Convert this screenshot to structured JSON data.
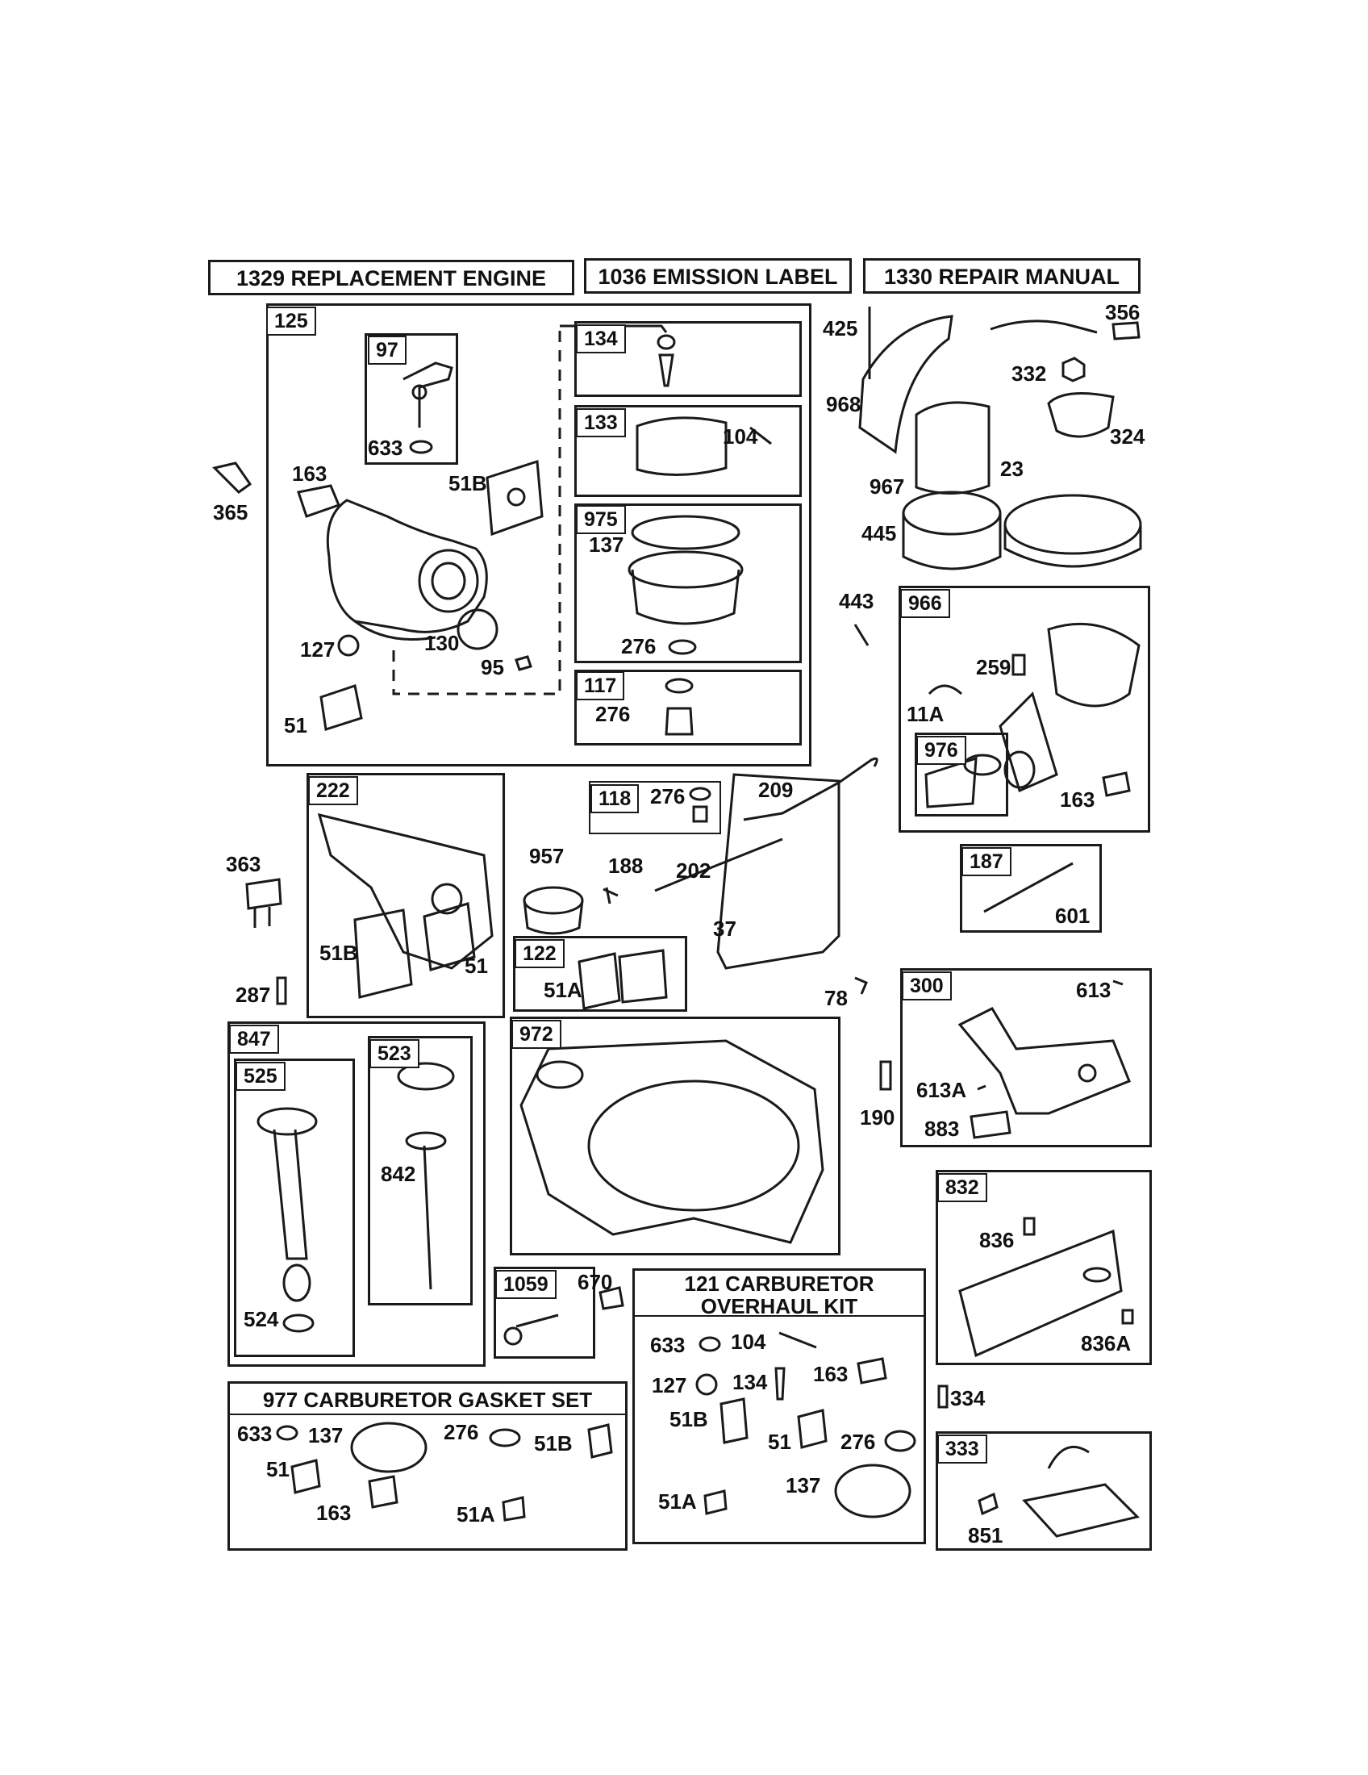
{
  "headers": {
    "replacement_engine": "1329 REPLACEMENT ENGINE",
    "emission_label": "1036 EMISSION LABEL",
    "repair_manual": "1330 REPAIR MANUAL"
  },
  "groups": {
    "g125": "125",
    "g97": "97",
    "g134": "134",
    "g133": "133",
    "g975": "975",
    "g117": "117",
    "g966": "966",
    "g976": "976",
    "g222": "222",
    "g118": "118",
    "g187": "187",
    "g122": "122",
    "g300": "300",
    "g847": "847",
    "g525": "525",
    "g523": "523",
    "g972": "972",
    "g832": "832",
    "g1059": "1059",
    "g333": "333"
  },
  "kit_titles": {
    "overhaul_line1": "121 CARBURETOR",
    "overhaul_line2": "OVERHAUL KIT",
    "gasket_set": "977 CARBURETOR  GASKET SET"
  },
  "parts": {
    "p633a": "633",
    "p163a": "163",
    "p51ba": "51B",
    "p104a": "104",
    "p137a": "137",
    "p276a": "276",
    "p127a": "127",
    "p130": "130",
    "p95": "95",
    "p51a": "51",
    "p276b": "276",
    "p365": "365",
    "p425": "425",
    "p356": "356",
    "p332": "332",
    "p968": "968",
    "p324": "324",
    "p967": "967",
    "p23": "23",
    "p445": "445",
    "p443": "443",
    "p259": "259",
    "p11a": "11A",
    "p163b": "163",
    "p276c": "276",
    "p209": "209",
    "p363": "363",
    "p957": "957",
    "p188": "188",
    "p202": "202",
    "p37": "37",
    "p51bb": "51B",
    "p51b": "51",
    "p51aa": "51A",
    "p78": "78",
    "p601": "601",
    "p287": "287",
    "p613": "613",
    "p613a": "613A",
    "p190": "190",
    "p883": "883",
    "p842": "842",
    "p524": "524",
    "p836": "836",
    "p836a": "836A",
    "p670": "670",
    "p633b": "633",
    "p104b": "104",
    "p127b": "127",
    "p134b": "134",
    "p163c": "163",
    "p51bc": "51B",
    "p51c": "51",
    "p276d": "276",
    "p51ab": "51A",
    "p137b": "137",
    "p334": "334",
    "p851": "851",
    "p633c": "633",
    "p137c": "137",
    "p276e": "276",
    "p51bd": "51B",
    "p51d": "51",
    "p163d": "163",
    "p51ac": "51A"
  }
}
